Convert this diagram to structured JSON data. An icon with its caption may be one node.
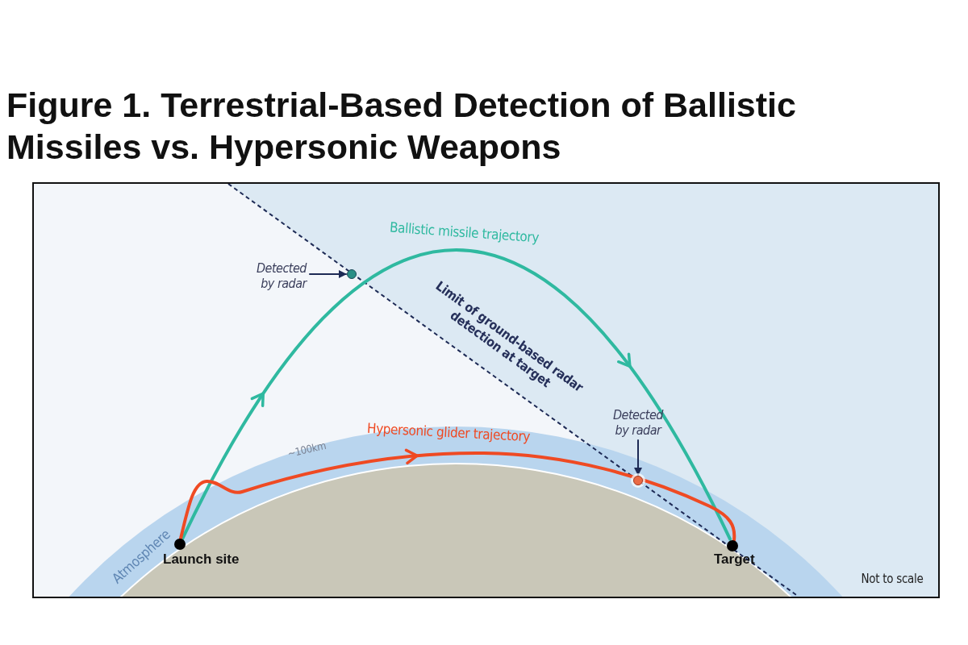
{
  "diagram": {
    "title": "Figure 1. Terrestrial-Based Detection of Ballistic Missiles vs. Hypersonic Weapons",
    "nodes": [
      {
        "text": [],
        "shape": "circle",
        "beside": [
          "Launch site"
        ]
      },
      {
        "text": [],
        "shape": "circle",
        "beside": [
          "Target"
        ]
      },
      {
        "text": [
          "Detected by radar"
        ]
      },
      {
        "text": [],
        "shape": "circle"
      },
      {
        "text": [
          "Detected by radar"
        ]
      },
      {
        "text": [],
        "shape": "circle"
      }
    ],
    "edges": [
      {
        "from": 0,
        "to": 1,
        "arrow": "to",
        "label": "Ballistic missile trajectory",
        "style": "thick",
        "color": "#2fb9a0"
      },
      {
        "from": 0,
        "to": 1,
        "arrow": "to",
        "label": "Hypersonic glider trajectory",
        "style": "thick",
        "color": "#ef4a23"
      },
      {
        "from": 2,
        "to": 3,
        "arrow": "to"
      },
      {
        "from": 4,
        "to": 5,
        "arrow": "to"
      }
    ],
    "labels": [
      "Limit of ground-based radar detection at target",
      "~100km",
      "Atmosphere",
      "Not to scale"
    ]
  }
}
